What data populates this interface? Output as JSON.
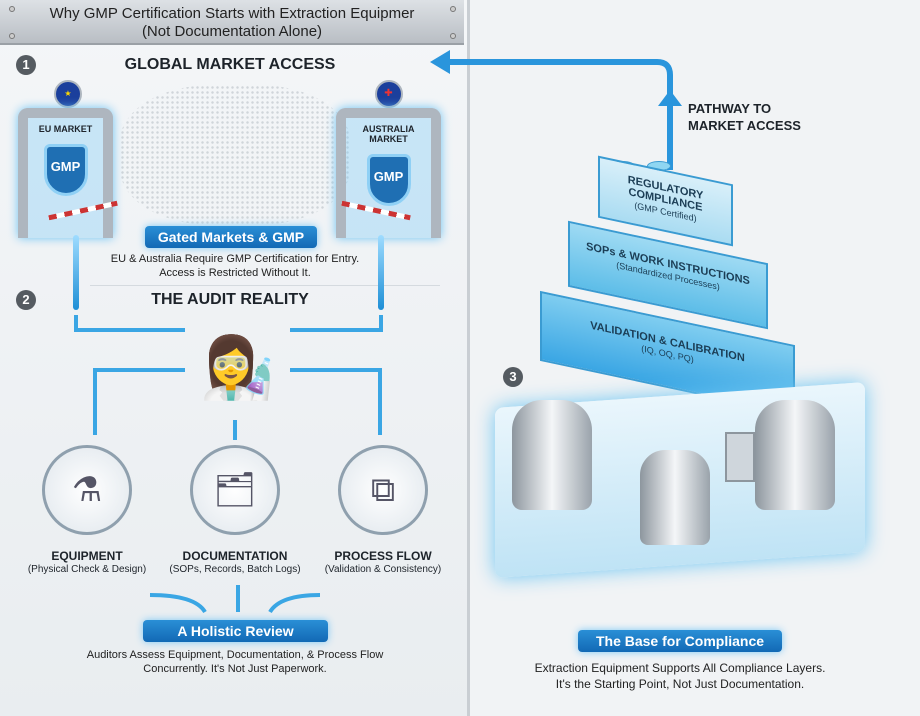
{
  "title": {
    "line1": "Why GMP Certification Starts with Extraction Equipmer",
    "line2": "(Not Documentation Alone)"
  },
  "section1": {
    "number": "1",
    "heading": "GLOBAL MARKET ACCESS",
    "gates": [
      {
        "label": "EU MARKET",
        "shield": "GMP",
        "flag": "eu-flag-icon"
      },
      {
        "label": "AUSTRALIA MARKET",
        "shield": "GMP",
        "flag": "australia-flag-icon"
      }
    ],
    "badge": "Gated Markets & GMP",
    "desc1": "EU & Australia Require GMP Certification for Entry.",
    "desc2": "Access is Restricted Without It."
  },
  "section2": {
    "number": "2",
    "heading": "THE AUDIT REALITY",
    "items": [
      {
        "label": "EQUIPMENT",
        "sub": "(Physical Check & Design)",
        "icon": "equipment-icon"
      },
      {
        "label": "DOCUMENTATION",
        "sub": "(SOPs, Records, Batch Logs)",
        "icon": "documents-icon"
      },
      {
        "label": "PROCESS FLOW",
        "sub": "(Validation & Consistency)",
        "icon": "flowchart-icon"
      }
    ],
    "badge": "A Holistic Review",
    "desc1": "Auditors Assess Equipment, Documentation, & Process Flow",
    "desc2": "Concurrently. It's Not Just Paperwork."
  },
  "section3": {
    "number": "3",
    "pathway1": "PATHWAY TO",
    "pathway2": "MARKET ACCESS",
    "blocks": [
      {
        "title": "REGULATORY COMPLIANCE",
        "sub": "(GMP Certified)"
      },
      {
        "title": "SOPs & WORK INSTRUCTIONS",
        "sub": "(Standardized Processes)"
      },
      {
        "title": "VALIDATION & CALIBRATION",
        "sub": "(IQ, OQ, PQ)"
      }
    ],
    "badge": "The Base for Compliance",
    "desc1": "Extraction Equipment Supports All Compliance Layers.",
    "desc2": "It's the Starting Point, Not Just Documentation."
  },
  "colors": {
    "accent": "#1e7fc9",
    "glow": "#7cc8f5"
  }
}
